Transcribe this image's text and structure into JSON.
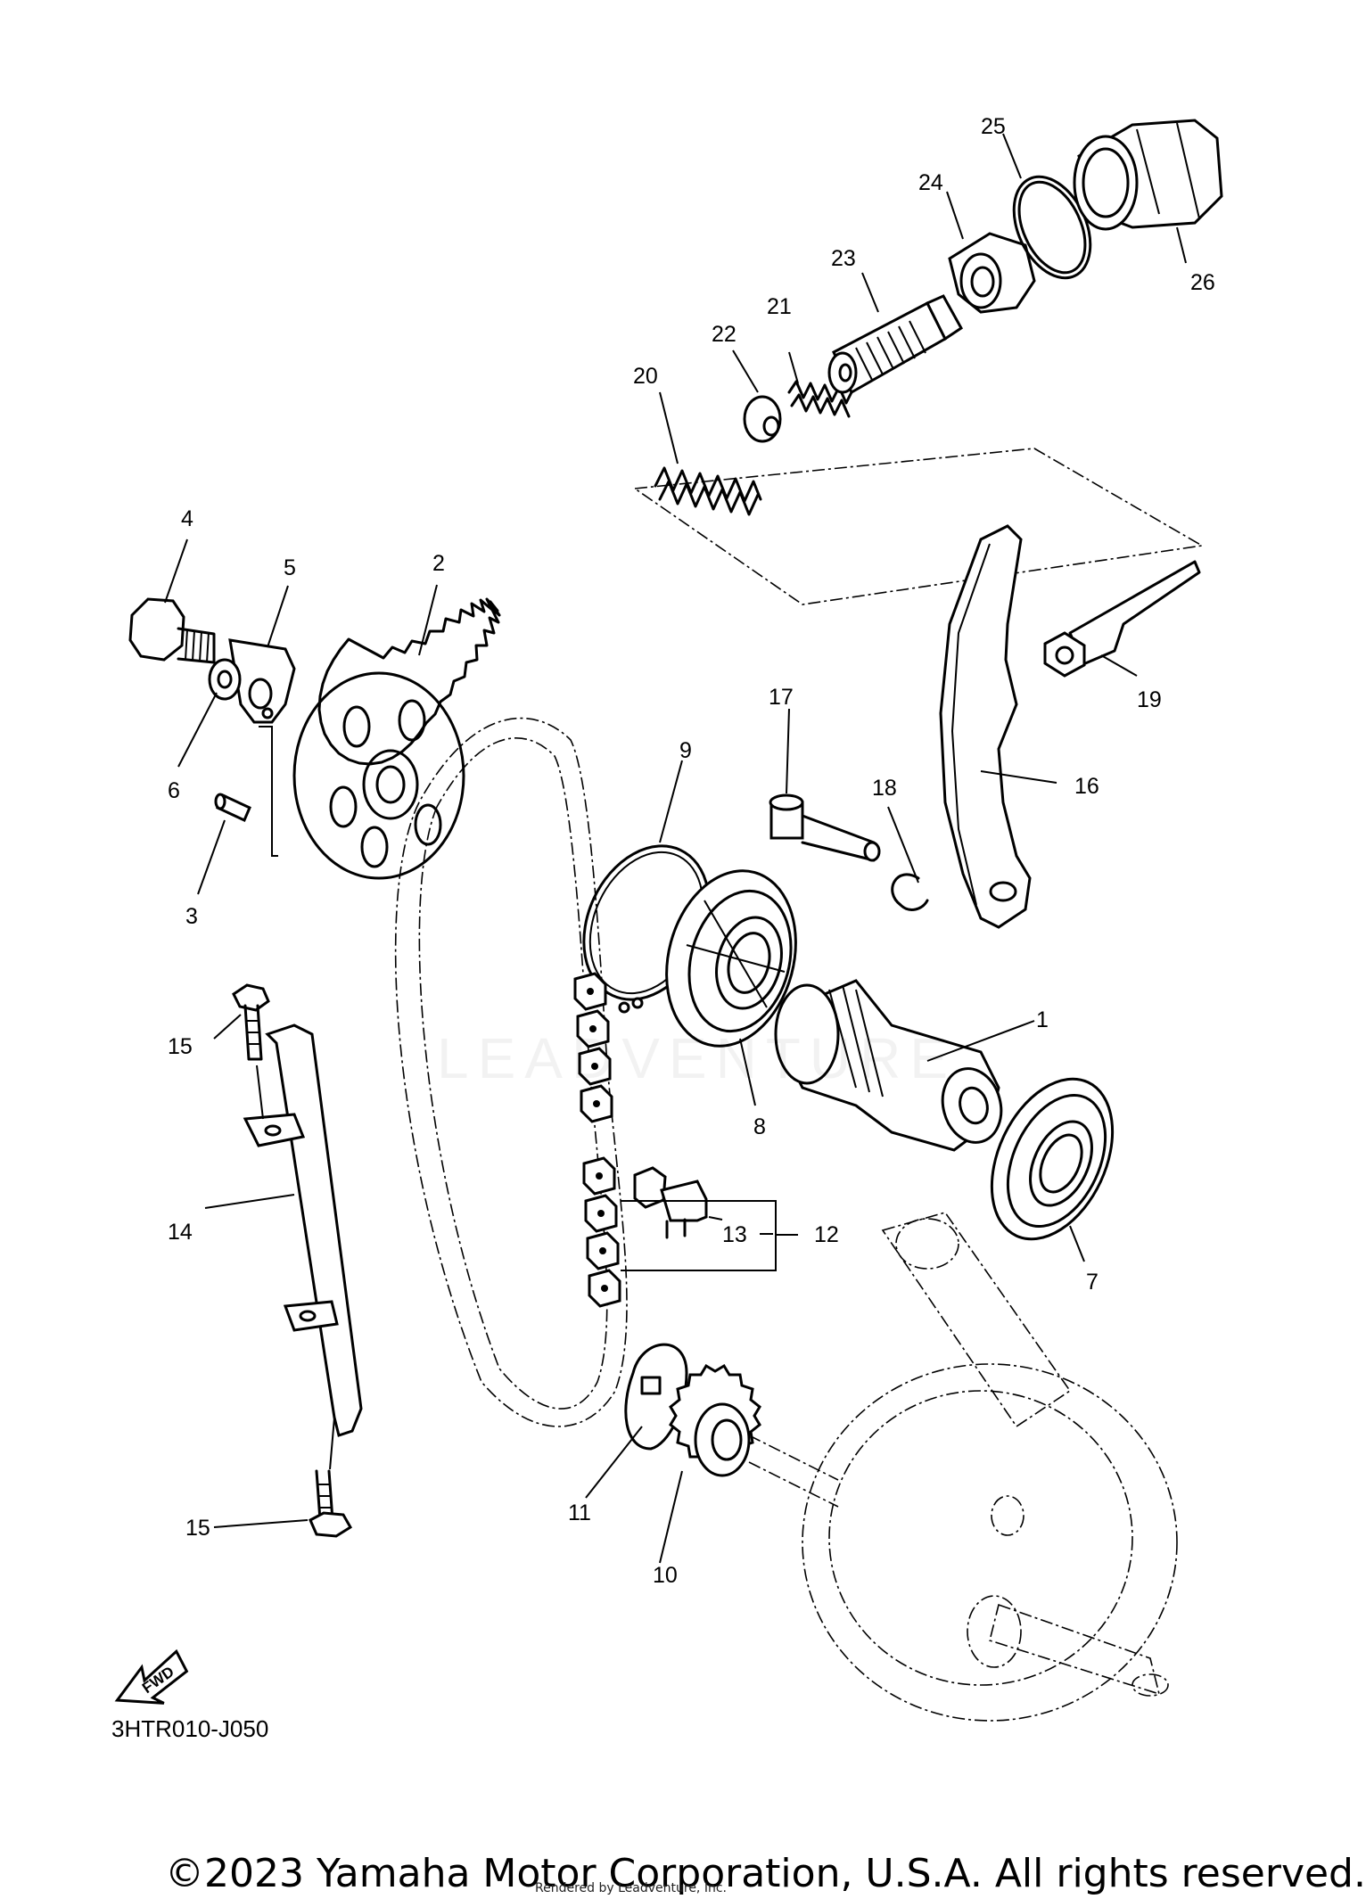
{
  "diagram": {
    "callouts": [
      {
        "id": "1",
        "text": "1"
      },
      {
        "id": "2",
        "text": "2"
      },
      {
        "id": "3",
        "text": "3"
      },
      {
        "id": "4",
        "text": "4"
      },
      {
        "id": "5",
        "text": "5"
      },
      {
        "id": "6",
        "text": "6"
      },
      {
        "id": "7",
        "text": "7"
      },
      {
        "id": "8",
        "text": "8"
      },
      {
        "id": "9",
        "text": "9"
      },
      {
        "id": "10",
        "text": "10"
      },
      {
        "id": "11",
        "text": "11"
      },
      {
        "id": "12",
        "text": "12"
      },
      {
        "id": "13",
        "text": "13"
      },
      {
        "id": "14",
        "text": "14"
      },
      {
        "id": "15a",
        "text": "15"
      },
      {
        "id": "15b",
        "text": "15"
      },
      {
        "id": "16",
        "text": "16"
      },
      {
        "id": "17",
        "text": "17"
      },
      {
        "id": "18",
        "text": "18"
      },
      {
        "id": "19",
        "text": "19"
      },
      {
        "id": "20",
        "text": "20"
      },
      {
        "id": "21",
        "text": "21"
      },
      {
        "id": "22",
        "text": "22"
      },
      {
        "id": "23",
        "text": "23"
      },
      {
        "id": "24",
        "text": "24"
      },
      {
        "id": "25",
        "text": "25"
      },
      {
        "id": "26",
        "text": "26"
      }
    ],
    "fwd_label": "FWD",
    "diagram_code": "3HTR010-J050"
  },
  "watermark_text": "LEADVENTURE",
  "footer": {
    "copyright": "©2023 Yamaha Motor Corporation, U.S.A. All rights reserved.",
    "rendered_by": "Rendered by Leadventure, Inc."
  }
}
